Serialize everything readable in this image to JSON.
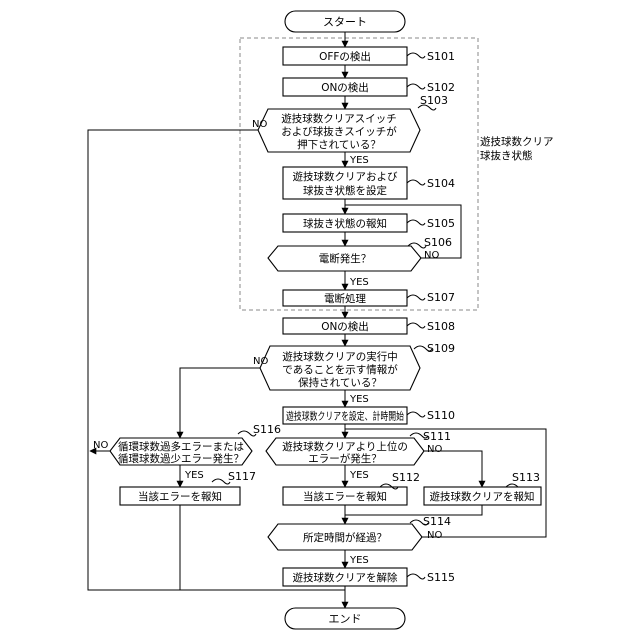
{
  "flowchart": {
    "start": "スタート",
    "end": "エンド",
    "region_label": [
      "遊技球数クリア",
      "球抜き状態"
    ],
    "steps": {
      "s101": {
        "text": "OFFの検出",
        "id": "S101"
      },
      "s102": {
        "text": "ONの検出",
        "id": "S102"
      },
      "s103": {
        "lines": [
          "遊技球数クリアスイッチ",
          "および球抜きスイッチが",
          "押下されている？"
        ],
        "id": "S103"
      },
      "s104": {
        "lines": [
          "遊技球数クリアおよび",
          "球抜き状態を設定"
        ],
        "id": "S104"
      },
      "s105": {
        "text": "球抜き状態の報知",
        "id": "S105"
      },
      "s106": {
        "text": "電断発生？",
        "id": "S106"
      },
      "s107": {
        "text": "電断処理",
        "id": "S107"
      },
      "s108": {
        "text": "ONの検出",
        "id": "S108"
      },
      "s109": {
        "lines": [
          "遊技球数クリアの実行中",
          "であることを示す情報が",
          "保持されている？"
        ],
        "id": "S109"
      },
      "s110": {
        "text": "遊技球数クリアを設定、計時開始",
        "id": "S110"
      },
      "s111": {
        "lines": [
          "遊技球数クリアより上位の",
          "エラーが発生？"
        ],
        "id": "S111"
      },
      "s112": {
        "text": "当該エラーを報知",
        "id": "S112"
      },
      "s113": {
        "text": "遊技球数クリアを報知",
        "id": "S113"
      },
      "s114": {
        "text": "所定時間が経過？",
        "id": "S114"
      },
      "s115": {
        "text": "遊技球数クリアを解除",
        "id": "S115"
      },
      "s116": {
        "lines": [
          "循環球数過多エラーまたは",
          "循環球数過少エラー発生？"
        ],
        "id": "S116"
      },
      "s117": {
        "text": "当該エラーを報知",
        "id": "S117"
      }
    },
    "labels": {
      "yes": "YES",
      "no": "NO"
    }
  }
}
